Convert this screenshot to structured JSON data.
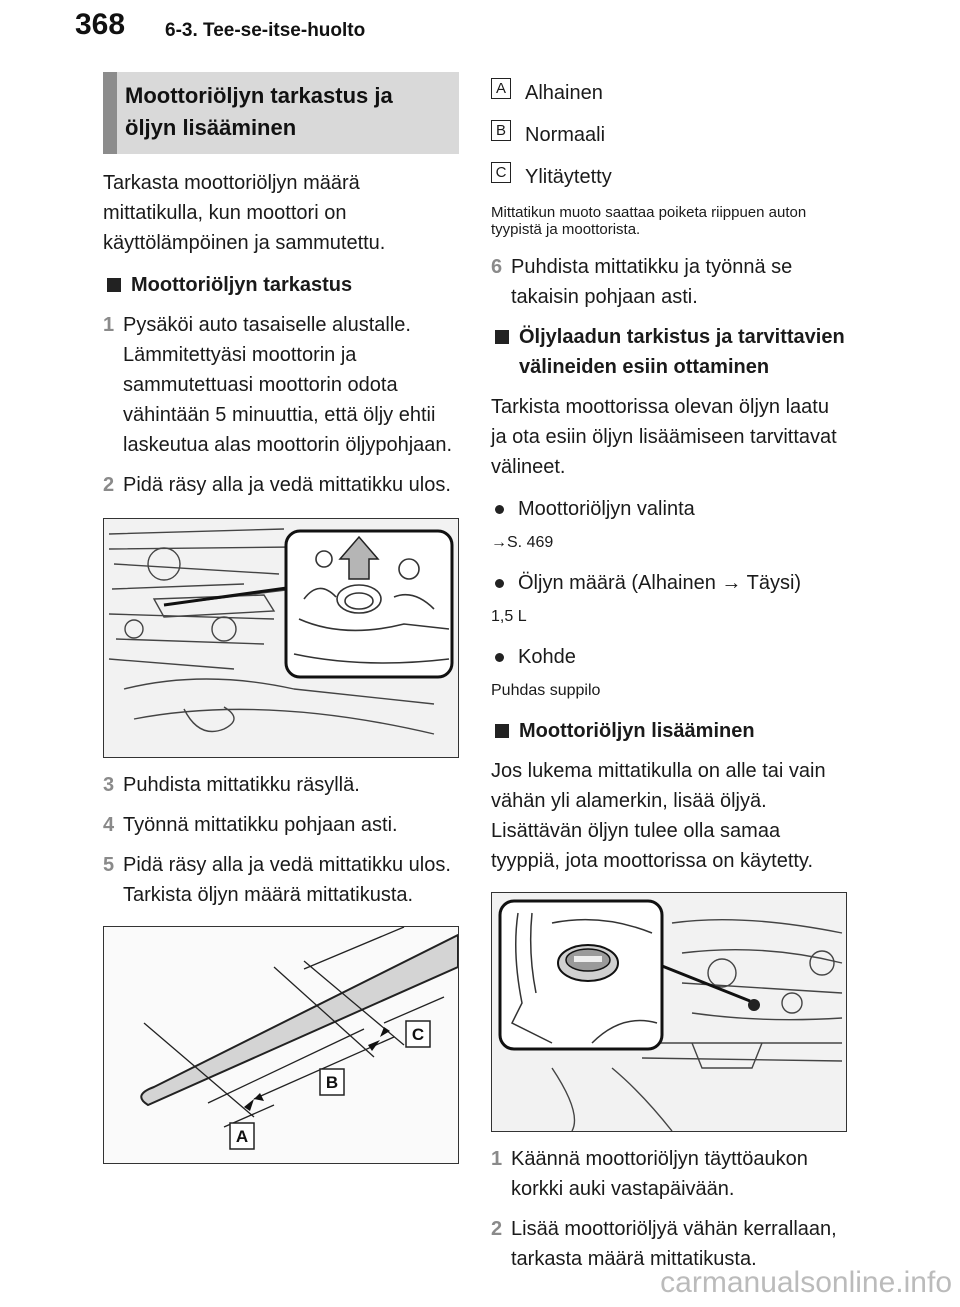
{
  "header": {
    "page_number": "368",
    "section": "6-3. Tee-se-itse-huolto"
  },
  "left": {
    "title_lines": [
      "Moottoriöljyn tarkastus ja",
      "öljyn lisääminen"
    ],
    "intro": "Tarkasta moottoriöljyn määrä mittatikulla, kun moottori on käyttölämpöinen ja sammutettu.",
    "heading1": "Moottoriöljyn tarkastus",
    "steps_a": [
      {
        "num": "1",
        "text": "Pysäköi auto tasaiselle alustalle. Lämmitettyäsi moottorin ja sammutettuasi moottorin odota vähintään 5 minuuttia, että öljy ehtii laskeutua alas moottorin öljypohjaan."
      },
      {
        "num": "2",
        "text": "Pidä räsy alla ja vedä mittatikku ulos."
      }
    ],
    "steps_b": [
      {
        "num": "3",
        "text": "Puhdista mittatikku räsyllä."
      },
      {
        "num": "4",
        "text": "Työnnä mittatikku pohjaan asti."
      },
      {
        "num": "5",
        "text": "Pidä räsy alla ja vedä mittatikku ulos. Tarkista öljyn määrä mittatikusta."
      }
    ],
    "dipstick_labels": {
      "a": "A",
      "b": "B",
      "c": "C"
    }
  },
  "right": {
    "levels": [
      {
        "key": "A",
        "text": "Alhainen"
      },
      {
        "key": "B",
        "text": "Normaali"
      },
      {
        "key": "C",
        "text": "Ylitäytetty"
      }
    ],
    "note": "Mittatikun muoto saattaa poiketa riippuen auton tyypistä ja moottorista.",
    "step6": {
      "num": "6",
      "text": "Puhdista mittatikku ja työnnä se takaisin pohjaan asti."
    },
    "heading2": "Öljylaadun tarkistus ja tarvittavien välineiden esiin ottaminen",
    "para2": "Tarkista moottorissa olevan öljyn laatu ja ota esiin öljyn lisäämiseen tarvittavat välineet.",
    "bullets": [
      {
        "text": "Moottoriöljyn valinta",
        "sub": "→S. 469"
      },
      {
        "text": "Öljyn määrä (Alhainen → Täysi)",
        "sub": "1,5 L"
      },
      {
        "text": "Kohde",
        "sub": "Puhdas suppilo"
      }
    ],
    "heading3": "Moottoriöljyn lisääminen",
    "para3": "Jos lukema mittatikulla on alle tai vain vähän yli alamerkin, lisää öljyä. Lisättävän öljyn tulee olla samaa tyyppiä, jota moottorissa on käytetty.",
    "steps_c": [
      {
        "num": "1",
        "text": "Käännä moottoriöljyn täyttöaukon korkki auki vastapäivään."
      },
      {
        "num": "2",
        "text": "Lisää moottoriöljyä vähän kerrallaan, tarkasta määrä mittatikusta."
      }
    ]
  },
  "watermark": "carmanualsonline.info"
}
